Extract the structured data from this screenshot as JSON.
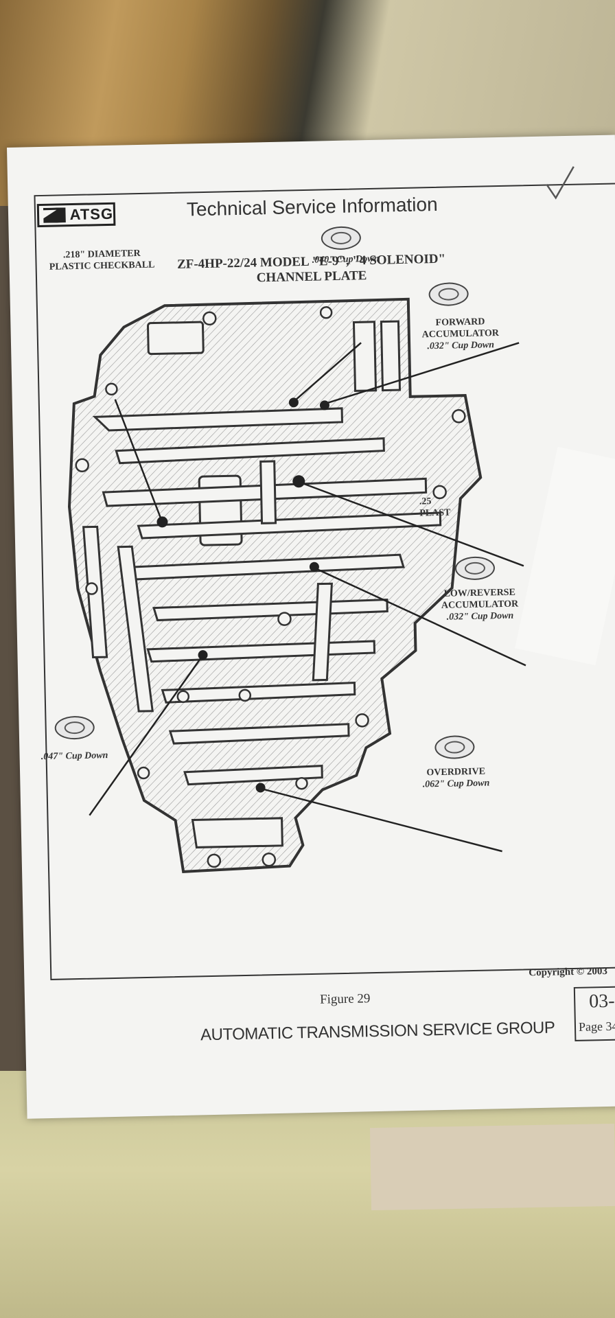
{
  "document": {
    "logo_text": "ATSG",
    "header_title": "Technical Service Information",
    "diagram_title_line1": "ZF-4HP-22/24  MODEL \"E-9\", \"4 SOLENOID\"",
    "diagram_title_line2": "CHANNEL PLATE",
    "figure_caption": "Figure 29",
    "footer_text": "AUTOMATIC TRANSMISSION SERVICE GROUP",
    "copyright_text": "Copyright © 2003",
    "page_code": "03-",
    "page_number": "Page 34"
  },
  "callouts": {
    "checkball_218_line1": ".218\" DIAMETER",
    "checkball_218_line2": "PLASTIC CHECKBALL",
    "cup_040": ".040\" Cup Down",
    "forward_line1": "FORWARD",
    "forward_line2": "ACCUMULATOR",
    "forward_line3": ".032\" Cup Down",
    "checkball_25_line1": ".25",
    "checkball_25_line2": "PLAST",
    "low_reverse_line1": "LOW/REVERSE",
    "low_reverse_line2": "ACCUMULATOR",
    "low_reverse_line3": ".032\" Cup Down",
    "cup_047": ".047\" Cup Down",
    "overdrive_line1": "OVERDRIVE",
    "overdrive_line2": ".062\" Cup Down"
  },
  "icons": [
    "atsg-logo-icon",
    "checkmark-icon",
    "cup-plug-icon",
    "channel-plate-diagram"
  ]
}
